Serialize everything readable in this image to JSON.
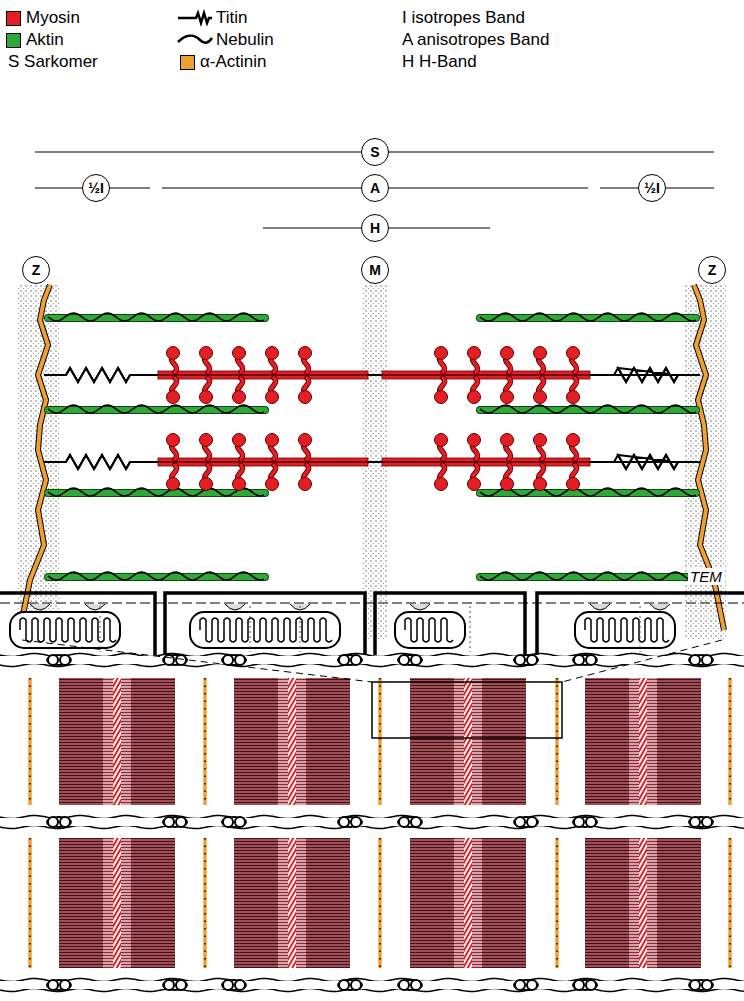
{
  "diagram": {
    "nodes": [
      {
        "text": [
          "S"
        ]
      },
      {
        "text": [
          "½I"
        ]
      },
      {
        "text": [
          "A"
        ]
      },
      {
        "text": [
          "½I"
        ]
      },
      {
        "text": [
          "H"
        ]
      },
      {
        "text": [
          "Z"
        ]
      },
      {
        "text": [
          "M"
        ]
      },
      {
        "text": [
          "Z"
        ]
      }
    ],
    "labels": [
      "TEM"
    ],
    "legend": [
      {
        "text": "Myosin",
        "color": "#e31e24"
      },
      {
        "text": "Titin"
      },
      {
        "text": "I isotropes Band"
      },
      {
        "text": "Aktin",
        "color": "#2ea836"
      },
      {
        "text": "Nebulin"
      },
      {
        "text": "A anisotropes Band"
      },
      {
        "text": "S Sarkomer"
      },
      {
        "text": "α-Actinin",
        "color": "#f0a032"
      },
      {
        "text": "H H-Band"
      }
    ]
  }
}
